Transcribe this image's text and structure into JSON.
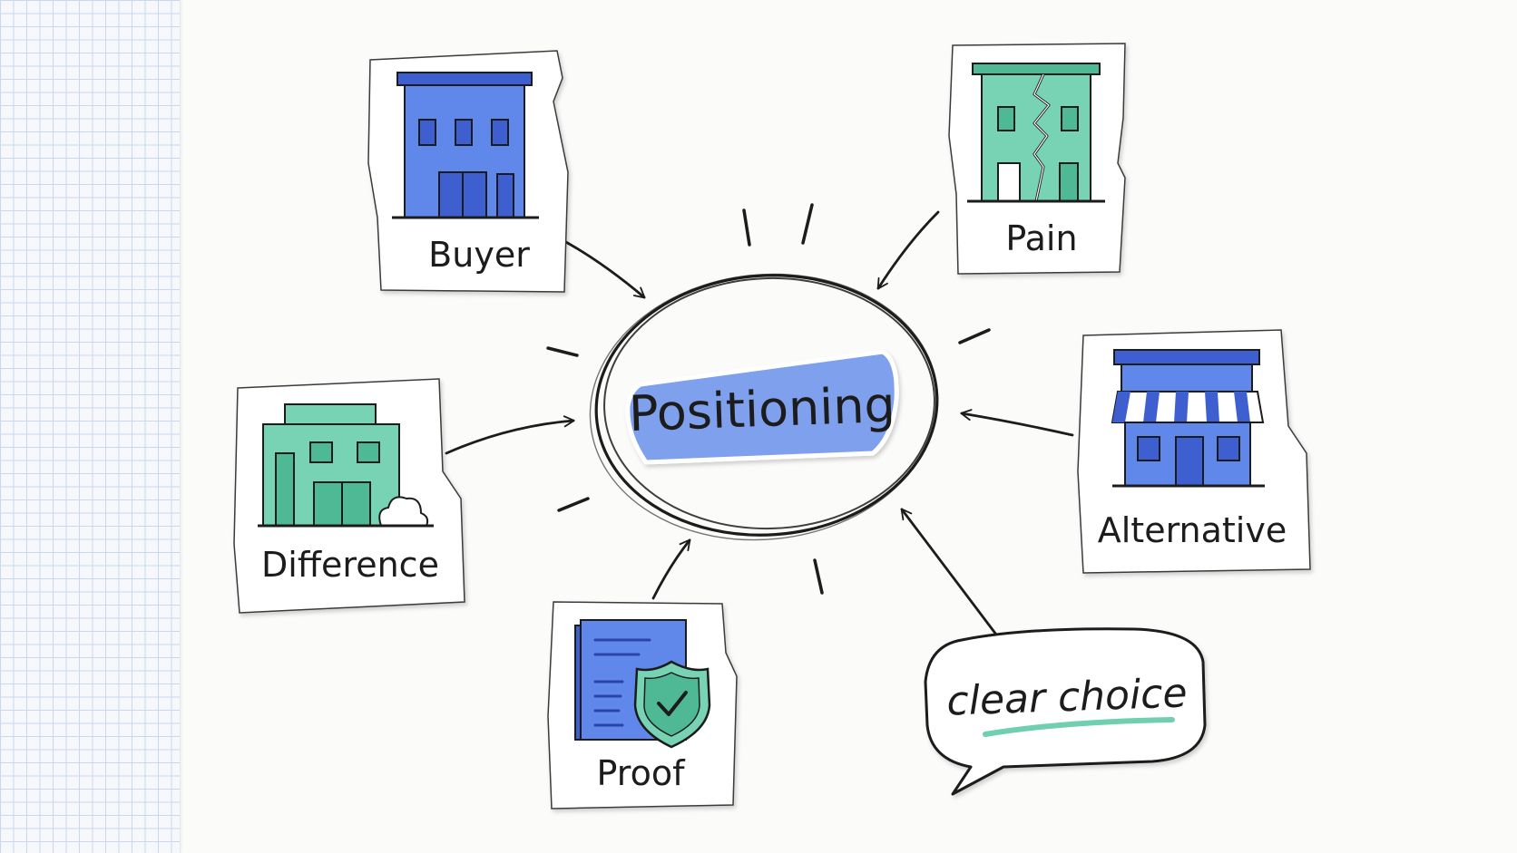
{
  "center": {
    "label": "Positioning"
  },
  "nodes": {
    "buyer": {
      "label": "Buyer",
      "icon": "office-building-icon"
    },
    "pain": {
      "label": "Pain",
      "icon": "cracked-building-icon"
    },
    "difference": {
      "label": "Difference",
      "icon": "building-with-bush-icon"
    },
    "alternative": {
      "label": "Alternative",
      "icon": "storefront-icon"
    },
    "proof": {
      "label": "Proof",
      "icon": "document-shield-icon"
    }
  },
  "callout": {
    "text": "clear choice"
  },
  "colors": {
    "blue": "#5b7fe8",
    "blue_dark": "#3d5fcf",
    "teal": "#6fcfb0",
    "teal_dark": "#4fb895",
    "ink": "#1c1c1c",
    "highlight": "#7fa0ec"
  }
}
